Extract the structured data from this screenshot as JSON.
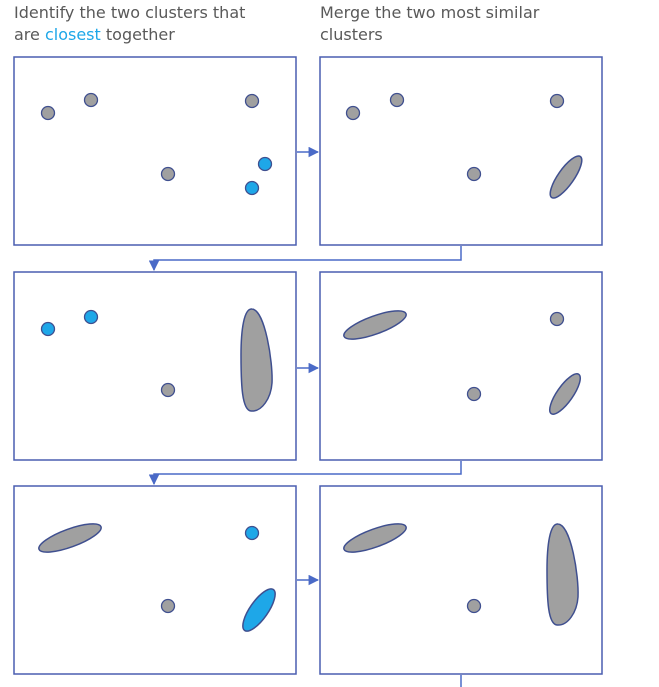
{
  "headings": {
    "left": {
      "line1": "Identify the two clusters that",
      "line2_prefix": "are ",
      "line2_highlight": "closest",
      "line2_suffix": " together"
    },
    "right": {
      "line1": "Merge the two most similar",
      "line2": "clusters"
    }
  },
  "colors": {
    "frame_border": "#4a5eb0",
    "point_fill": "#a0a0a0",
    "point_stroke": "#3f4f8f",
    "highlight_fill": "#1ea7e8",
    "connector": "#4a6ac7",
    "heading_text": "#595959"
  }
}
